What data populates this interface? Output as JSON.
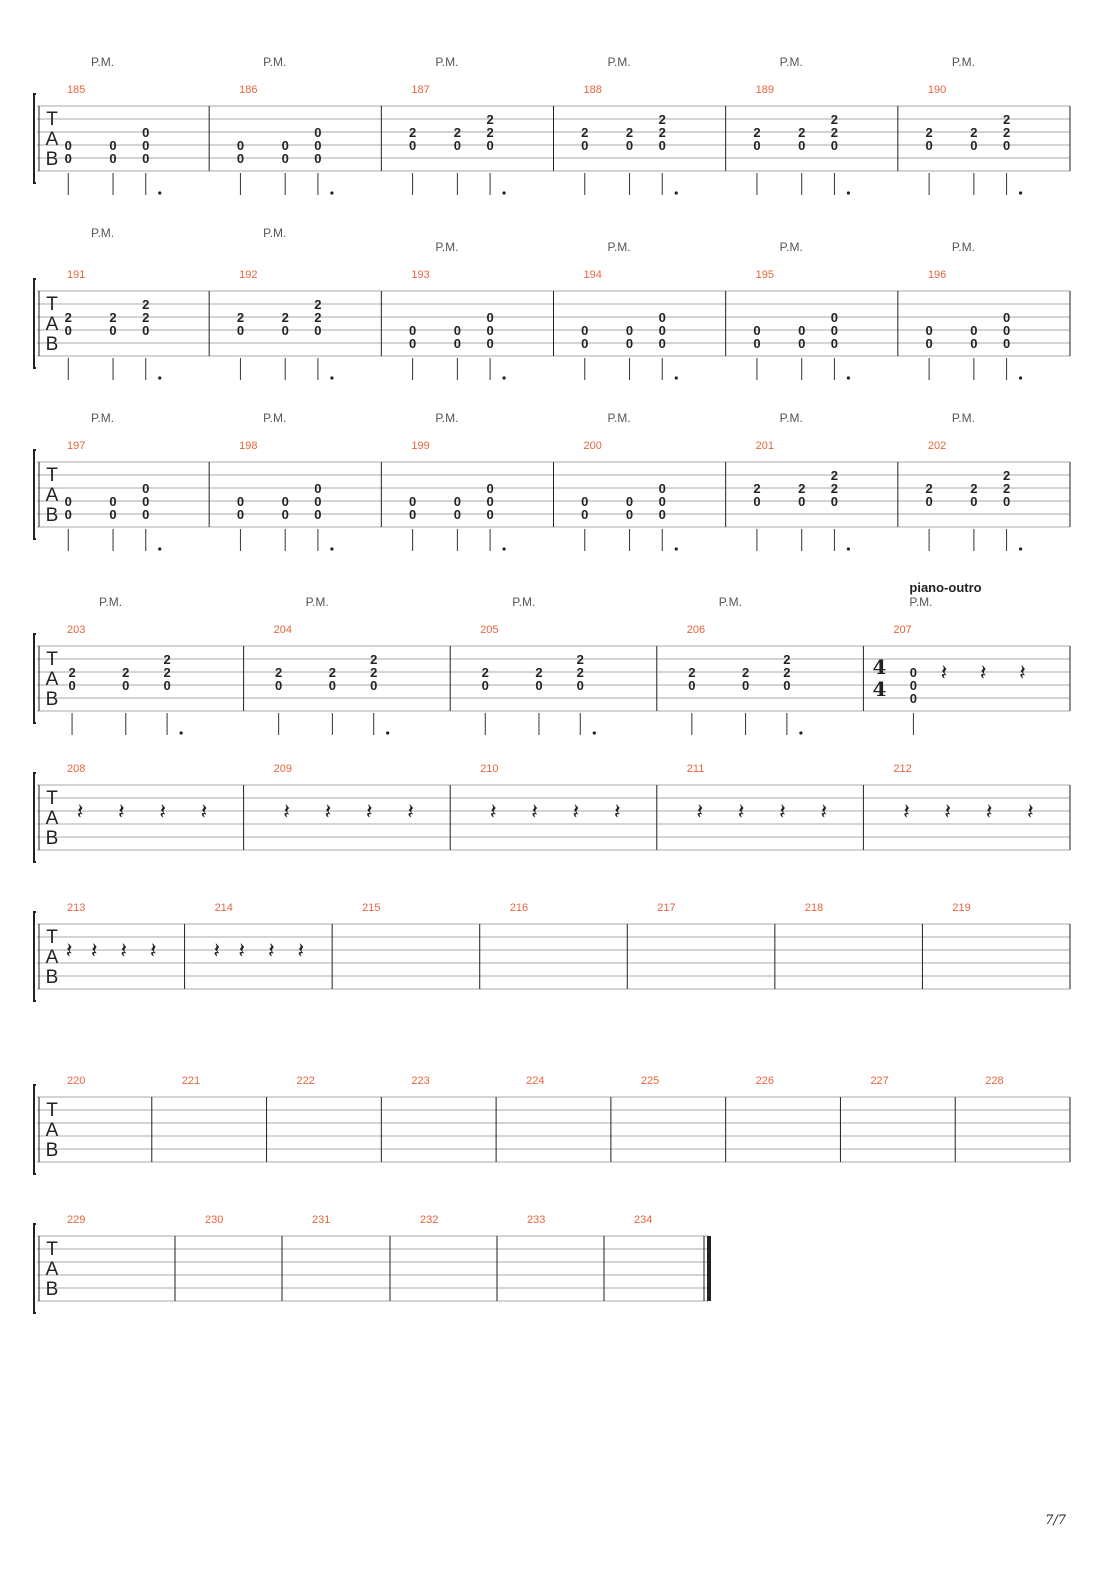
{
  "page": {
    "number": "7/7"
  },
  "labels": {
    "palm_mute": "P.M.",
    "tab_letters": [
      "T",
      "A",
      "B"
    ],
    "time_signature": [
      "4",
      "4"
    ],
    "rest_glyph": "𝄽"
  },
  "systems": [
    {
      "measures": [
        {
          "number": "185",
          "pm": "P.M.",
          "section": "",
          "kind": "chord",
          "chord": "e0"
        },
        {
          "number": "186",
          "pm": "P.M.",
          "section": "",
          "kind": "chord",
          "chord": "e0"
        },
        {
          "number": "187",
          "pm": "P.M.",
          "section": "",
          "kind": "chord",
          "chord": "a2"
        },
        {
          "number": "188",
          "pm": "P.M.",
          "section": "",
          "kind": "chord",
          "chord": "a2"
        },
        {
          "number": "189",
          "pm": "P.M.",
          "section": "",
          "kind": "chord",
          "chord": "a2"
        },
        {
          "number": "190",
          "pm": "P.M.",
          "section": "",
          "kind": "chord",
          "chord": "a2"
        }
      ]
    },
    {
      "measures": [
        {
          "number": "191",
          "pm": "P.M.",
          "pm_high": true,
          "section": "",
          "kind": "chord",
          "chord": "a2"
        },
        {
          "number": "192",
          "pm": "P.M.",
          "pm_high": true,
          "section": "",
          "kind": "chord",
          "chord": "a2"
        },
        {
          "number": "193",
          "pm": "P.M.",
          "section": "",
          "kind": "chord",
          "chord": "e0"
        },
        {
          "number": "194",
          "pm": "P.M.",
          "section": "",
          "kind": "chord",
          "chord": "e0"
        },
        {
          "number": "195",
          "pm": "P.M.",
          "section": "",
          "kind": "chord",
          "chord": "e0"
        },
        {
          "number": "196",
          "pm": "P.M.",
          "section": "",
          "kind": "chord",
          "chord": "e0"
        }
      ]
    },
    {
      "measures": [
        {
          "number": "197",
          "pm": "P.M.",
          "section": "",
          "kind": "chord",
          "chord": "e0"
        },
        {
          "number": "198",
          "pm": "P.M.",
          "section": "",
          "kind": "chord",
          "chord": "e0"
        },
        {
          "number": "199",
          "pm": "P.M.",
          "section": "",
          "kind": "chord",
          "chord": "e0"
        },
        {
          "number": "200",
          "pm": "P.M.",
          "section": "",
          "kind": "chord",
          "chord": "e0"
        },
        {
          "number": "201",
          "pm": "P.M.",
          "section": "",
          "kind": "chord",
          "chord": "a2"
        },
        {
          "number": "202",
          "pm": "P.M.",
          "section": "",
          "kind": "chord",
          "chord": "a2"
        }
      ]
    },
    {
      "measures": [
        {
          "number": "203",
          "pm": "P.M.",
          "section": "",
          "kind": "chord",
          "chord": "a2"
        },
        {
          "number": "204",
          "pm": "P.M.",
          "section": "",
          "kind": "chord",
          "chord": "a2"
        },
        {
          "number": "205",
          "pm": "P.M.",
          "section": "",
          "kind": "chord",
          "chord": "a2"
        },
        {
          "number": "206",
          "pm": "P.M.",
          "section": "",
          "kind": "chord",
          "chord": "a2"
        },
        {
          "number": "207",
          "pm": "P.M.",
          "section": "piano-outro",
          "kind": "outro",
          "chord": ""
        }
      ]
    },
    {
      "measures": [
        {
          "number": "208",
          "pm": "",
          "section": "",
          "kind": "rests"
        },
        {
          "number": "209",
          "pm": "",
          "section": "",
          "kind": "rests"
        },
        {
          "number": "210",
          "pm": "",
          "section": "",
          "kind": "rests"
        },
        {
          "number": "211",
          "pm": "",
          "section": "",
          "kind": "rests"
        },
        {
          "number": "212",
          "pm": "",
          "section": "",
          "kind": "rests"
        }
      ]
    },
    {
      "measures": [
        {
          "number": "213",
          "pm": "",
          "section": "",
          "kind": "rests"
        },
        {
          "number": "214",
          "pm": "",
          "section": "",
          "kind": "rests"
        },
        {
          "number": "215",
          "pm": "",
          "section": "",
          "kind": "empty"
        },
        {
          "number": "216",
          "pm": "",
          "section": "",
          "kind": "empty"
        },
        {
          "number": "217",
          "pm": "",
          "section": "",
          "kind": "empty"
        },
        {
          "number": "218",
          "pm": "",
          "section": "",
          "kind": "empty"
        },
        {
          "number": "219",
          "pm": "",
          "section": "",
          "kind": "empty"
        }
      ]
    },
    {
      "measures": [
        {
          "number": "220",
          "pm": "",
          "section": "",
          "kind": "empty"
        },
        {
          "number": "221",
          "pm": "",
          "section": "",
          "kind": "empty"
        },
        {
          "number": "222",
          "pm": "",
          "section": "",
          "kind": "empty"
        },
        {
          "number": "223",
          "pm": "",
          "section": "",
          "kind": "empty"
        },
        {
          "number": "224",
          "pm": "",
          "section": "",
          "kind": "empty"
        },
        {
          "number": "225",
          "pm": "",
          "section": "",
          "kind": "empty"
        },
        {
          "number": "226",
          "pm": "",
          "section": "",
          "kind": "empty"
        },
        {
          "number": "227",
          "pm": "",
          "section": "",
          "kind": "empty"
        },
        {
          "number": "228",
          "pm": "",
          "section": "",
          "kind": "empty"
        }
      ]
    },
    {
      "final_barline": true,
      "measures": [
        {
          "number": "229",
          "pm": "",
          "section": "",
          "kind": "empty"
        },
        {
          "number": "230",
          "pm": "",
          "section": "",
          "kind": "empty"
        },
        {
          "number": "231",
          "pm": "",
          "section": "",
          "kind": "empty"
        },
        {
          "number": "232",
          "pm": "",
          "section": "",
          "kind": "empty"
        },
        {
          "number": "233",
          "pm": "",
          "section": "",
          "kind": "empty"
        },
        {
          "number": "234",
          "pm": "",
          "section": "",
          "kind": "empty"
        }
      ]
    }
  ]
}
